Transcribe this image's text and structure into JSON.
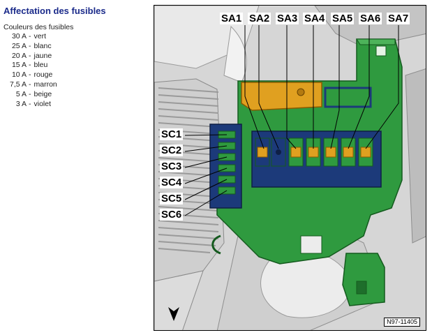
{
  "header": {
    "title": "Affectation des fusibles"
  },
  "legend": {
    "heading": "Couleurs des fusibles",
    "items": [
      {
        "amp": "30 A",
        "color": "vert"
      },
      {
        "amp": "25 A",
        "color": "blanc"
      },
      {
        "amp": "20 A",
        "color": "jaune"
      },
      {
        "amp": "15 A",
        "color": "bleu"
      },
      {
        "amp": "10 A",
        "color": "rouge"
      },
      {
        "amp": "7,5 A",
        "color": "marron"
      },
      {
        "amp": "5 A",
        "color": "beige"
      },
      {
        "amp": "3 A",
        "color": "violet"
      }
    ]
  },
  "figure": {
    "labels": {
      "sa1": "SA1",
      "sa2": "SA2",
      "sa3": "SA3",
      "sa4": "SA4",
      "sa5": "SA5",
      "sa6": "SA6",
      "sa7": "SA7",
      "sc1": "SC1",
      "sc2": "SC2",
      "sc3": "SC3",
      "sc4": "SC4",
      "sc5": "SC5",
      "sc6": "SC6"
    },
    "reference": "N97-11405",
    "colors": {
      "fuse_box_green": "#2f9a3f",
      "fuse_holder_blue": "#1c3a7a",
      "busbar_orange": "#e0a020",
      "background_grey": "#d8d8d8"
    }
  }
}
